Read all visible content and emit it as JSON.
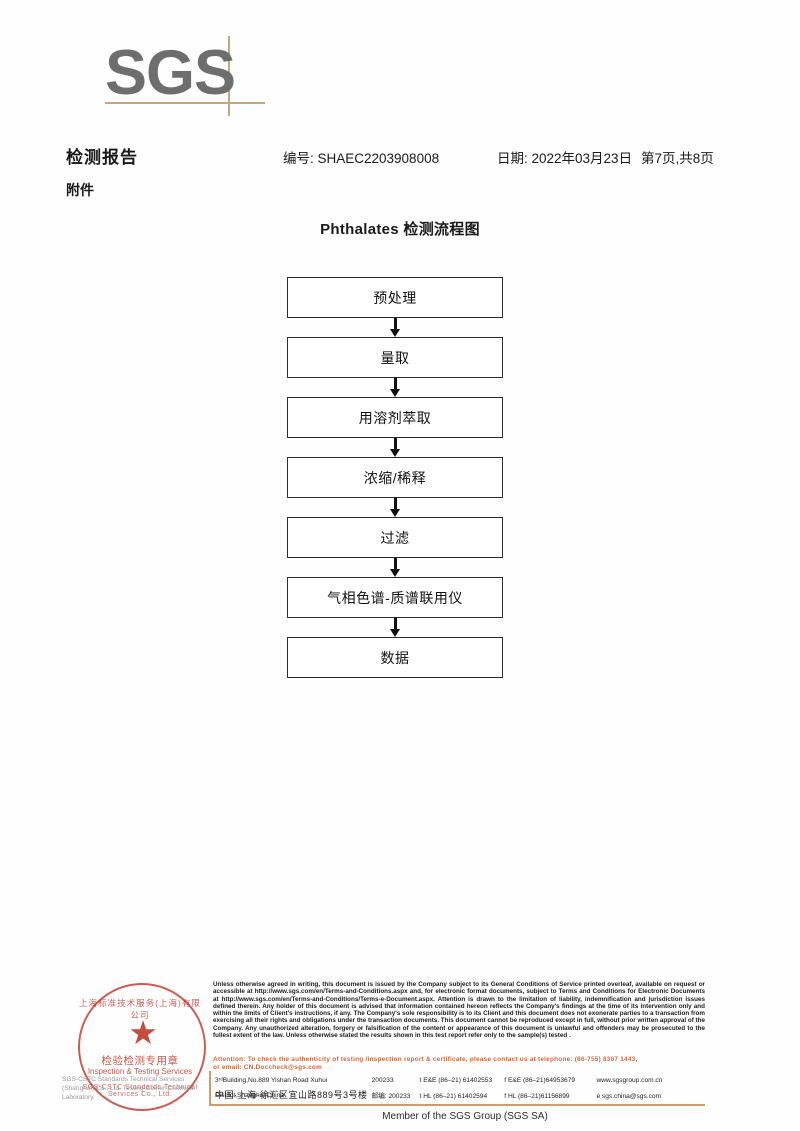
{
  "logo": {
    "text": "SGS"
  },
  "header": {
    "title": "检测报告",
    "attachment_label": "附件",
    "report_no": "编号: SHAEC2203908008",
    "date": "日期: 2022年03月23日",
    "page": "第7页,共8页"
  },
  "chart_title": "Phthalates 检测流程图",
  "flowchart": {
    "type": "flow",
    "steps": [
      "预处理",
      "量取",
      "用溶剂萃取",
      "浓缩/稀释",
      "过滤",
      "气相色谱-质谱联用仪",
      "数据"
    ]
  },
  "seal": {
    "arc_top": "上海标准技术服务(上海)有限公司",
    "cn_label": "检验检测专用章",
    "en_label": "Inspection & Testing Services",
    "arc_bottom": "SGS-CSTC Standards Technical Services Co., Ltd.",
    "star": "★"
  },
  "lab_name": "SGS-CSTC Standards Technical Services (Shanghai) Co., Ltd. Testing Center-Chemical Laboratory.",
  "legal": {
    "paragraphs": [
      "Unless otherwise agreed in writing, this document is issued by the Company subject to its General Conditions of Service printed overleaf, available on request or accessible at http://www.sgs.com/en/Terms-and-Conditions.aspx and, for electronic format documents, subject to Terms and Conditions for Electronic Documents at http://www.sgs.com/en/Terms-and-Conditions/Terms-e-Document.aspx. Attention is drawn to the limitation of liability, indemnification and jurisdiction issues defined therein. Any holder of this document is advised that information contained hereon reflects the Company's findings at the time of its intervention only and within the limits of Client's instructions, if any. The Company's sole responsibility is to its Client and this document does not exonerate parties to a transaction from exercising all their rights and obligations under the transaction documents. This document cannot be reproduced except in full, without prior written approval of the Company. Any unauthorized alteration, forgery or falsification of the content or appearance of this document is unlawful and offenders may be prosecuted to the fullest extent of the law. Unless otherwise stated the results shown in this test report refer only to the sample(s) tested ."
    ]
  },
  "attention": {
    "line1": "Attention: To check the authenticity of testing /inspection report & certificate, please contact us at telephone: (86-755) 8307 1443,",
    "line2": "or email: CN.Doccheck@sgs.com"
  },
  "address": {
    "en_street": "3ʳᵈBuilding,No.889 Yishan Road Xuhui District,Shanghai China",
    "en_zip": "200233",
    "en_tel": "t E&E (86–21) 61402553",
    "en_fax": "f E&E (86–21)64953679",
    "en_web": "www.sgsgroup.com.cn",
    "cn_street": "中国·上海·徐汇区宜山路889号3号楼",
    "cn_zip": "邮编: 200233",
    "cn_tel": "t HL (86–21) 61402594",
    "cn_fax": "f HL (86–21)61156899",
    "cn_email": "e  sgs.china@sgs.com"
  },
  "member_text": "Member of the SGS Group (SGS SA)"
}
